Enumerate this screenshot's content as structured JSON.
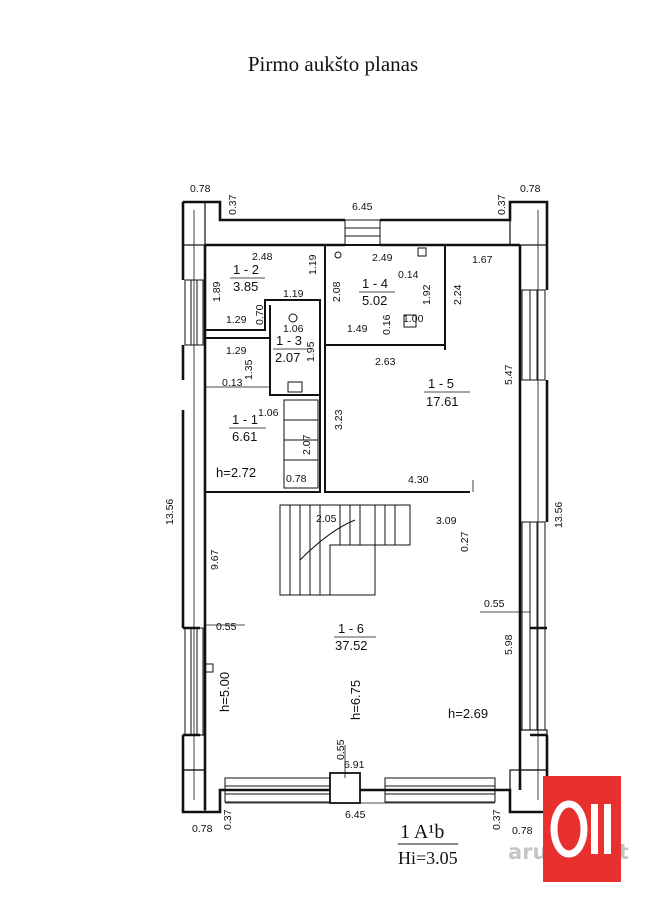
{
  "title": "Pirmo aukšto planas",
  "floor": {
    "code": "1 A¹b",
    "height": "Hi=3.05"
  },
  "watermark": "aruodas.lt",
  "brand_color": "#e8312f",
  "rooms": [
    {
      "id": "1 - 1",
      "area": "6.61",
      "height": "h=2.72"
    },
    {
      "id": "1 - 2",
      "area": "3.85"
    },
    {
      "id": "1 - 3",
      "area": "2.07"
    },
    {
      "id": "1 - 4",
      "area": "5.02"
    },
    {
      "id": "1 - 5",
      "area": "17.61"
    },
    {
      "id": "1 - 6",
      "area": "37.52",
      "heights": [
        "h=5.00",
        "h=6.75",
        "h=2.69"
      ]
    }
  ],
  "dimensions": {
    "top_left_corner": "0.78",
    "top_left_corner_v": "0.37",
    "top_width": "6.45",
    "top_right_corner_v": "0.37",
    "top_right_corner": "0.78",
    "left_height": "13.56",
    "right_height": "13.56",
    "bottom_left_corner": "0.78",
    "bottom_left_corner_v": "0.37",
    "bottom_width": "6.45",
    "bottom_inner_width": "6.91",
    "bottom_window": "0.55",
    "bottom_right_corner_v": "0.37",
    "bottom_right_corner": "0.78",
    "r12_w": "2.48",
    "r12_h": "1.89",
    "r12_inner_v": "1.19",
    "r12_inner_h": "1.19",
    "r12_bottom": "1.29",
    "r12_step": "0.70",
    "r13_w": "1.06",
    "r13_h": "1.95",
    "r14_w": "2.49",
    "r14_inner": "0.14",
    "r14_h": "2.08",
    "r14_v": "1.92",
    "r14_bottom": "1.49",
    "r14_v2": "0.16",
    "r14_door": "1.00",
    "r15_top": "1.67",
    "r15_v_top": "2.24",
    "r15_w": "2.63",
    "r15_h": "3.23",
    "r15_right": "5.47",
    "r15_bottom": "4.30",
    "r11_top": "1.29",
    "r11_v": "1.35",
    "r11_left": "0.13",
    "r11_w": "1.06",
    "r11_stair": "2.07",
    "r11_door": "0.78",
    "r16_stair": "2.05",
    "r16_top": "3.09",
    "r16_step": "0.27",
    "r16_left": "9.67",
    "r16_window_l": "0.55",
    "r16_window_r": "0.55",
    "r16_right": "5.98"
  }
}
